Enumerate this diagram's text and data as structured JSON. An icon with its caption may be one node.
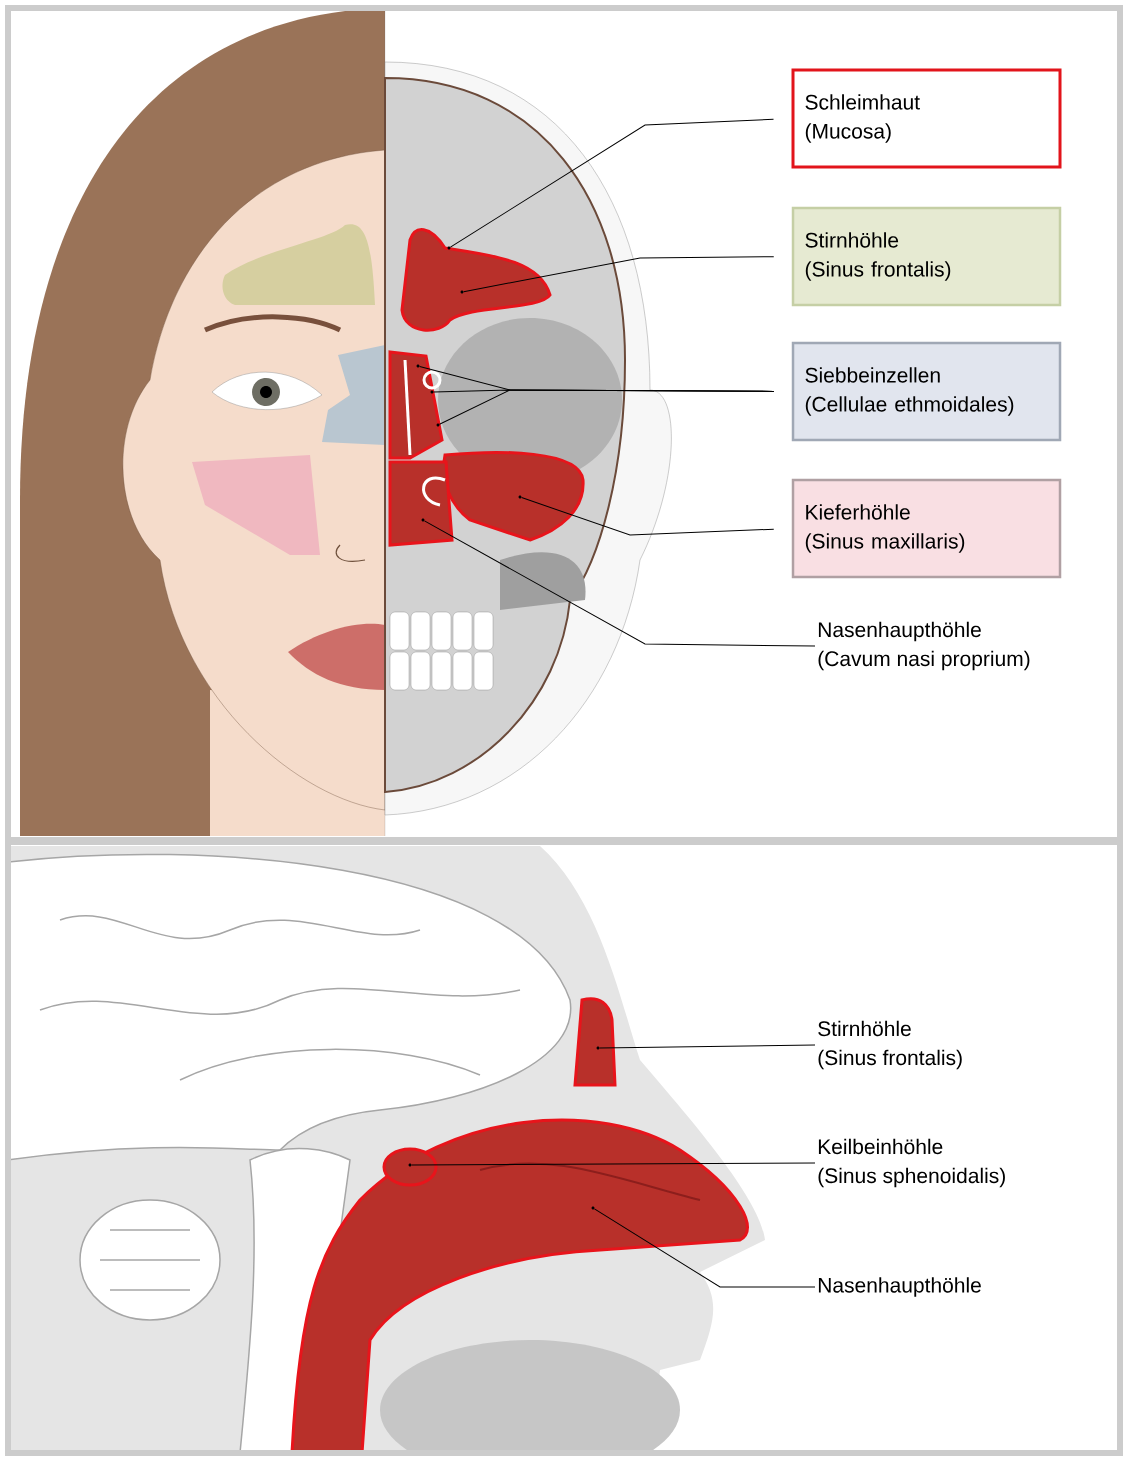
{
  "diagram": {
    "nodes": [
      {
        "text": [
          "Schleimhaut",
          "(Mucosa)"
        ]
      },
      {
        "text": [
          "Stirnhöhle",
          "(Sinus frontalis)"
        ]
      },
      {
        "text": [
          "Siebbeinzellen",
          "(Cellulae ethmoidales)"
        ]
      },
      {
        "text": [
          "Kieferhöhle",
          "(Sinus maxillaris)"
        ]
      },
      {
        "text": [
          "Nasenhaupthöhle",
          "(Cavum nasi proprium)"
        ]
      },
      {
        "text": [
          "Stirnhöhle",
          "(Sinus frontalis)"
        ]
      },
      {
        "text": [
          "Keilbeinhöhle",
          "(Sinus sphenoidalis)"
        ]
      },
      {
        "text": [
          "Nasenhaupthöhle"
        ]
      },
      {
        "text": [],
        "shape": "circle"
      },
      {
        "text": [],
        "shape": "circle"
      },
      {
        "text": [],
        "shape": "circle"
      },
      {
        "text": [],
        "shape": "circle"
      },
      {
        "text": [],
        "shape": "circle"
      },
      {
        "text": [],
        "shape": "circle"
      },
      {
        "text": [],
        "shape": "circle"
      },
      {
        "text": [],
        "shape": "circle"
      },
      {
        "text": [],
        "shape": "circle"
      },
      {
        "text": [],
        "shape": "circle"
      }
    ],
    "edges": [
      {
        "from": 0,
        "to": 8,
        "arrow": "none"
      },
      {
        "from": 1,
        "to": 9,
        "arrow": "none"
      },
      {
        "from": 2,
        "to": 10,
        "arrow": "none"
      },
      {
        "from": 2,
        "to": 11,
        "arrow": "none"
      },
      {
        "from": 2,
        "to": 12,
        "arrow": "none"
      },
      {
        "from": 3,
        "to": 13,
        "arrow": "none"
      },
      {
        "from": 4,
        "to": 14,
        "arrow": "none"
      },
      {
        "from": 5,
        "to": 15,
        "arrow": "none"
      },
      {
        "from": 6,
        "to": 16,
        "arrow": "none"
      },
      {
        "from": 7,
        "to": 17,
        "arrow": "none"
      }
    ]
  }
}
